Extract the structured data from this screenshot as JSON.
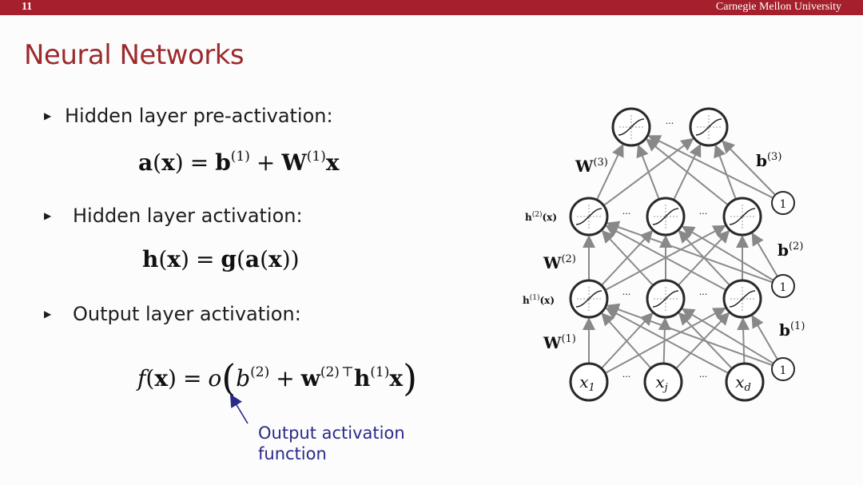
{
  "header": {
    "slide_number": "11",
    "institution": "Carnegie Mellon University"
  },
  "slide": {
    "title": "Neural Networks",
    "bullets": [
      {
        "text": "Hidden layer pre-activation:"
      },
      {
        "text": "Hidden layer activation:"
      },
      {
        "text": "Output layer activation:"
      }
    ],
    "annotation": {
      "line1": "Output activation",
      "line2": "function"
    }
  },
  "diagram": {
    "input_labels": [
      "x",
      "x",
      "x"
    ],
    "input_subscripts": [
      "1",
      "j",
      "d"
    ],
    "bias_label": "1",
    "ellipsis": "...",
    "weight_labels": [
      "W(1)",
      "W(2)",
      "W(3)"
    ],
    "bias_labels": [
      "b(1)",
      "b(2)",
      "b(3)"
    ],
    "hidden_labels": [
      "h(1)(x)",
      "h(2)(x)"
    ]
  },
  "colors": {
    "accent": "#a5202c",
    "title": "#9c2a2d",
    "annotation": "#2a2a8a",
    "arrow": "#888888"
  }
}
